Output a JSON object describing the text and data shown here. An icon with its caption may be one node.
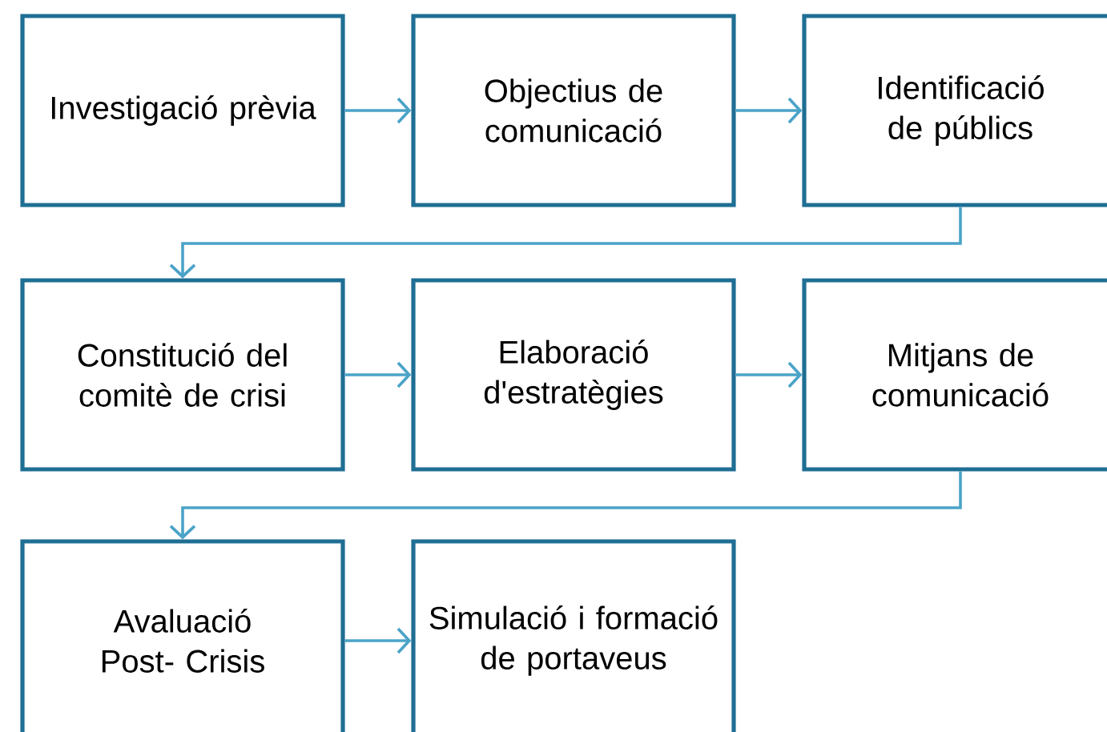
{
  "diagram": {
    "nodes": [
      {
        "text": [
          "Investigació prèvia"
        ]
      },
      {
        "text": [
          "Objectius de comunicació"
        ]
      },
      {
        "text": [
          "Identificació de públics"
        ]
      },
      {
        "text": [
          "Constitució del comitè de crisi"
        ]
      },
      {
        "text": [
          "Elaboració d'estratègies"
        ]
      },
      {
        "text": [
          "Mitjans de comunicació"
        ]
      },
      {
        "text": [
          "Avaluació Post- Crisis"
        ]
      },
      {
        "text": [
          "Simulació i formació de portaveus"
        ]
      }
    ],
    "edges": [
      {
        "from": 0,
        "to": 1,
        "arrow": "to"
      },
      {
        "from": 1,
        "to": 2,
        "arrow": "to"
      },
      {
        "from": 2,
        "to": 3,
        "arrow": "to"
      },
      {
        "from": 3,
        "to": 4,
        "arrow": "to"
      },
      {
        "from": 4,
        "to": 5,
        "arrow": "to"
      },
      {
        "from": 5,
        "to": 6,
        "arrow": "to"
      },
      {
        "from": 6,
        "to": 7,
        "arrow": "to"
      }
    ]
  }
}
